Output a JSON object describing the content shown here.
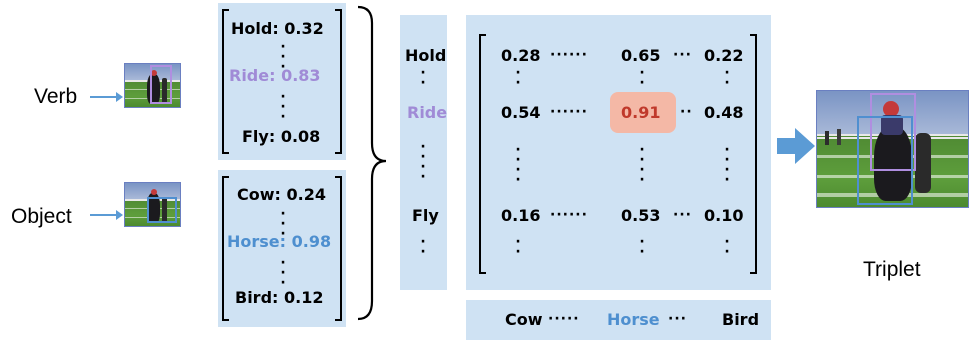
{
  "labels": {
    "verb": "Verb",
    "object": "Object",
    "triplet": "Triplet"
  },
  "verb_scores": {
    "top": "Hold: 0.32",
    "highlight": "Ride: 0.83",
    "bottom": "Fly: 0.08"
  },
  "object_scores": {
    "top": "Cow: 0.24",
    "highlight": "Horse: 0.98",
    "bottom": "Bird: 0.12"
  },
  "row_labels": {
    "hold": "Hold",
    "ride": "Ride",
    "fly": "Fly"
  },
  "matrix": {
    "row1": [
      "0.28",
      "0.65",
      "0.22"
    ],
    "row2": [
      "0.54",
      "0.91",
      "0.48"
    ],
    "row3": [
      "0.16",
      "0.53",
      "0.10"
    ]
  },
  "column_labels": {
    "cow": "Cow",
    "horse": "Horse",
    "bird": "Bird"
  },
  "colors": {
    "panel": "#cfe2f3",
    "verb_highlight": "#a08bd6",
    "object_highlight": "#4e8fcf",
    "max_cell_bg": "#f4b8a6",
    "max_cell_text": "#c0392b",
    "arrow": "#5b9bd5"
  }
}
